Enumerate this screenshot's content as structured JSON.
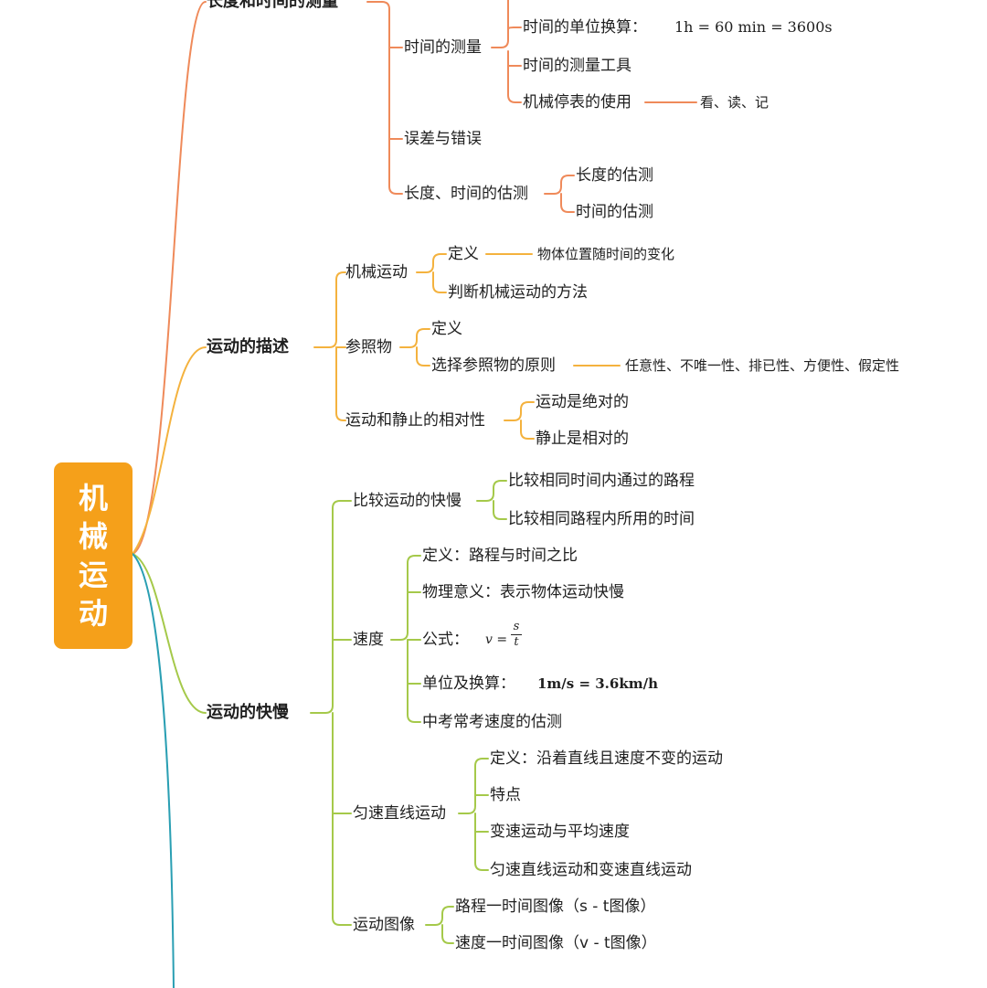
{
  "root": {
    "chars": [
      "机",
      "械",
      "运",
      "动"
    ]
  },
  "branch1": {
    "title": "长度和时间的测量",
    "time_measure": "时间的测量",
    "unit_convert": "时间的单位换算：",
    "unit_formula": "1h = 60 min = 3600s",
    "tools": "时间的测量工具",
    "stopwatch": "机械停表的使用",
    "stopwatch_detail": "看、读、记",
    "error": "误差与错误",
    "estimate": "长度、时间的估测",
    "estimate_length": "长度的估测",
    "estimate_time": "时间的估测"
  },
  "branch2": {
    "title": "运动的描述",
    "mech_motion": "机械运动",
    "definition": "定义",
    "definition_detail": "物体位置随时间的变化",
    "judge_method": "判断机械运动的方法",
    "reference": "参照物",
    "ref_definition": "定义",
    "ref_principle": "选择参照物的原则",
    "ref_principle_detail": "任意性、不唯一性、排已性、方便性、假定性",
    "relativity": "运动和静止的相对性",
    "absolute": "运动是绝对的",
    "relative": "静止是相对的"
  },
  "branch3": {
    "title": "运动的快慢",
    "compare": "比较运动的快慢",
    "compare_time": "比较相同时间内通过的路程",
    "compare_path": "比较相同路程内所用的时间",
    "speed": "速度",
    "speed_def": "定义：路程与时间之比",
    "speed_meaning": "物理意义：表示物体运动快慢",
    "formula": "公式：",
    "formula_lhs": "v =",
    "formula_num": "s",
    "formula_den": "t",
    "units": "单位及换算：",
    "units_formula": "1m/s = 3.6km/h",
    "estimate": "中考常考速度的估测",
    "uniform": "匀速直线运动",
    "uniform_def": "定义：沿着直线且速度不变的运动",
    "feature": "特点",
    "variable": "变速运动与平均速度",
    "uniform_vs_variable": "匀速直线运动和变速直线运动",
    "graph": "运动图像",
    "st_graph": "路程一时间图像（s - t图像）",
    "vt_graph": "速度一时间图像（v - t图像）"
  },
  "colors": {
    "root_fill": "#f5a01a",
    "branch1": "#ef8a5a",
    "branch2": "#f4b23e",
    "branch3": "#a5c94a",
    "branch4": "#2a9fb3"
  }
}
